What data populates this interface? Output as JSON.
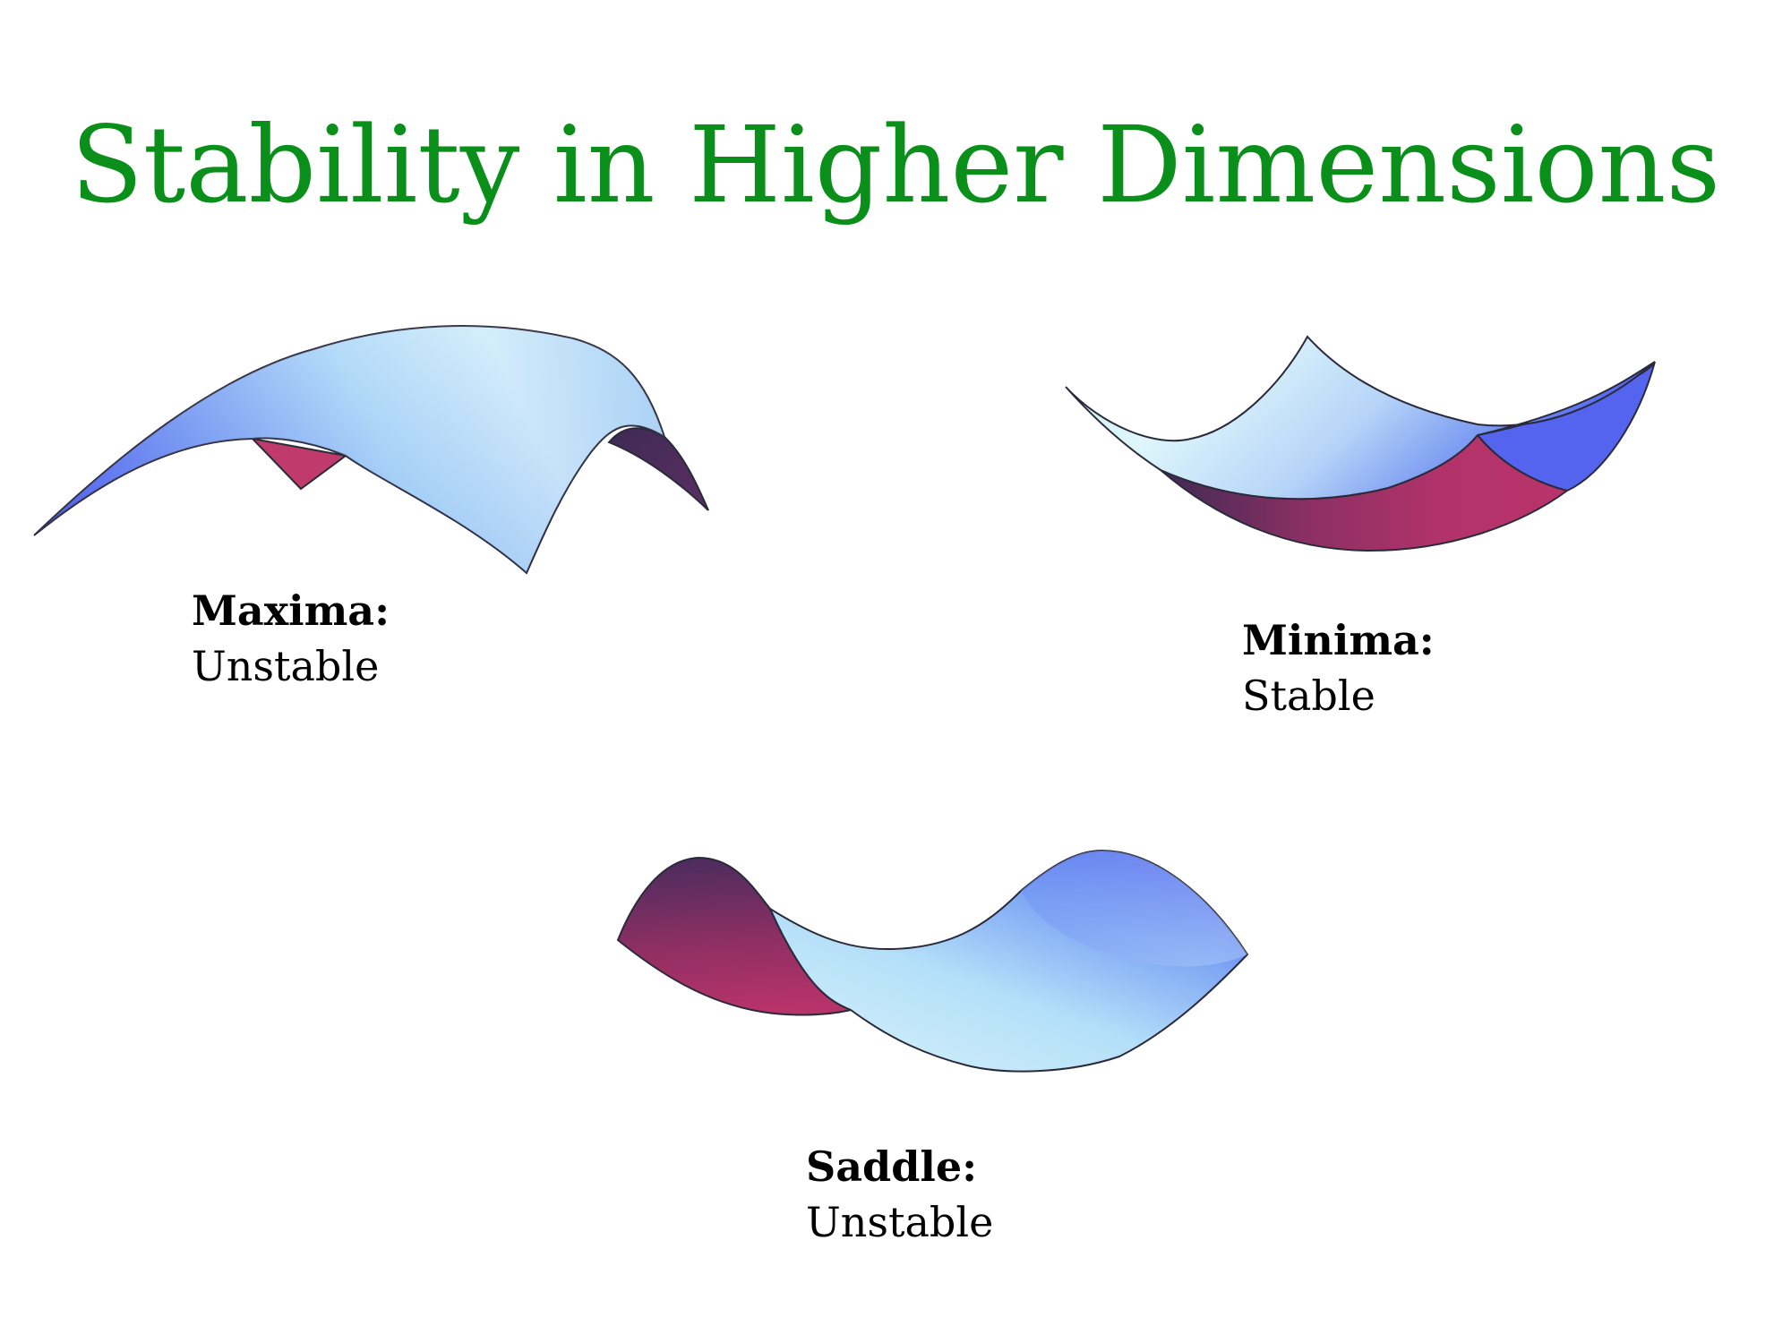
{
  "slide": {
    "title": "Stability in Higher Dimensions",
    "title_color": "#0a8f1a"
  },
  "surface_colors": {
    "top_dark": "#4a57ee",
    "top_mid": "#92c4f6",
    "top_light": "#d8f1fb",
    "under_light": "#b8336a",
    "under_dark": "#4b2c5e",
    "edge": "#2a2a3a"
  },
  "cases": [
    {
      "id": "maxima",
      "name": "Maxima:",
      "stability": "Unstable"
    },
    {
      "id": "minima",
      "name": "Minima:",
      "stability": "Stable"
    },
    {
      "id": "saddle",
      "name": "Saddle:",
      "stability": "Unstable"
    }
  ]
}
